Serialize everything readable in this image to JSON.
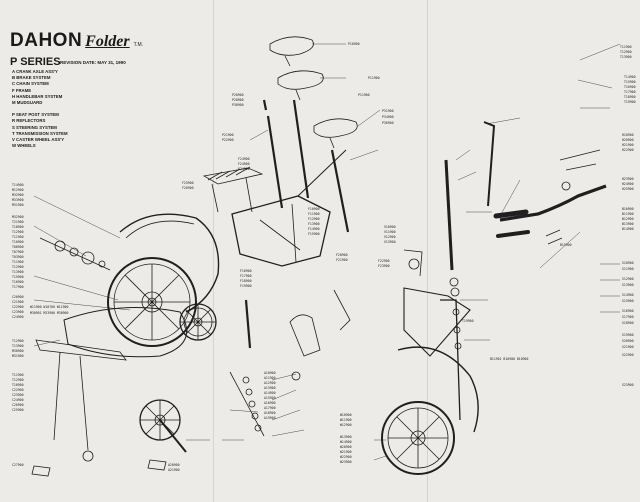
{
  "header": {
    "brand": "DAHON",
    "product": "Folder",
    "tm": "T.M.",
    "series_title": "P SERIES",
    "revision": "REVISION DATE: MAY 31, 1990"
  },
  "legend": {
    "group_a": [
      "A  CRANK AXLE ASS'Y",
      "B  BRAKE SYSTEM",
      "C  CHAIN SYSTEM",
      "F  FRAME",
      "H  HANDLEBAR SYSTEM",
      "M  MUDGUARD"
    ],
    "group_b": [
      "P  SEAT POST SYSTEM",
      "R  REFLECTORS",
      "S  STEERING SYSTEM",
      "T  TRANSMISSION SYSTEM",
      "V  CASTER WHEEL ASS'Y",
      "W  WHEELS"
    ]
  },
  "part_numbers": {
    "top_saddle": [
      "P10900",
      "P11900",
      "P11900"
    ],
    "seatpost": [
      "P20900",
      "P28900",
      "P30900",
      "P31900",
      "P34900",
      "P36900",
      "P21900",
      "P22900"
    ],
    "rack": [
      "F24900",
      "F24900",
      "F24900",
      "F25900",
      "F26900"
    ],
    "left_column": [
      "T14900",
      "M12900",
      "M32900",
      "M33900",
      "M31900",
      "M32900",
      "T21900",
      "T18900",
      "T12900",
      "T11900",
      "T10900",
      "T08900",
      "T07900",
      "T03900",
      "T11900",
      "T12900",
      "T13900",
      "T15900",
      "T16900",
      "T17900",
      "C20900",
      "C21900",
      "C22900",
      "C23900",
      "C24900"
    ],
    "left_lower": [
      "T12900",
      "T13900",
      "M30900",
      "M31900",
      "T11900",
      "T12900",
      "T10900",
      "C22900",
      "C23900",
      "C24900",
      "C26900",
      "C25900",
      "C27900"
    ],
    "right_column": [
      "T11900",
      "T12900",
      "T13900",
      "T14900",
      "T15900",
      "T16900",
      "T17900",
      "T18900",
      "T19900",
      "H10900",
      "H20900",
      "H21900",
      "H22900",
      "H23900",
      "H24900",
      "H25900",
      "B10900",
      "B11900",
      "B12900",
      "B13900",
      "B14900",
      "B15900"
    ],
    "right_lower": [
      "S10900",
      "S11900",
      "S12900",
      "S13900",
      "S14900",
      "S15900",
      "S16900",
      "S17900",
      "S18900",
      "S19900",
      "S20900",
      "S21900",
      "S22900",
      "S23900"
    ],
    "center": [
      "F10900",
      "F11900",
      "F12900",
      "F13900",
      "F14900",
      "F15900",
      "F16900",
      "F17900",
      "F18900",
      "F19900",
      "F20900",
      "F21900",
      "F22900",
      "F23900"
    ],
    "bottom_center": [
      "A10900",
      "A11900",
      "A12900",
      "A13900",
      "A14900",
      "A15900",
      "A16900",
      "A17900",
      "A18900",
      "A19900",
      "A20900",
      "A21900"
    ],
    "bottom_right": [
      "W10900",
      "W11900",
      "W12900",
      "W13900",
      "W14900",
      "W20900",
      "W21900",
      "W22900",
      "W23900"
    ],
    "caster": [
      "V10900",
      "V11900",
      "V12900",
      "V13900",
      "T19900"
    ],
    "middle_row": [
      "W11900 W10760 W11900",
      "M30901 M23900 M30900",
      "B11901 B10900 B10900"
    ]
  }
}
